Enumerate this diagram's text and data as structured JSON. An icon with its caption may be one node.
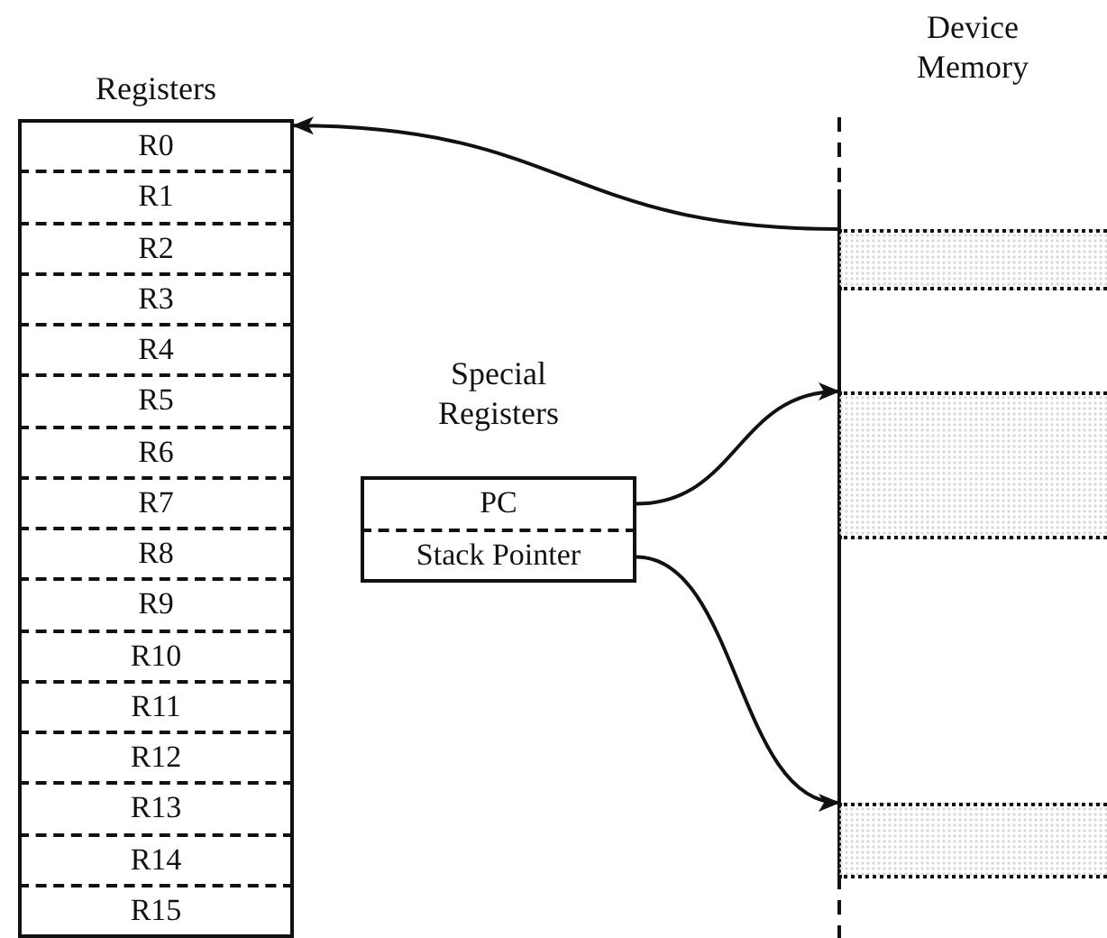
{
  "diagram": {
    "nodes": [
      {
        "text": [
          "Registers"
        ]
      },
      {
        "text": [
          "R0"
        ],
        "in": 0
      },
      {
        "text": [
          "R1"
        ],
        "in": 0
      },
      {
        "text": [
          "R2"
        ],
        "in": 0
      },
      {
        "text": [
          "R3"
        ],
        "in": 0
      },
      {
        "text": [
          "R4"
        ],
        "in": 0
      },
      {
        "text": [
          "R5"
        ],
        "in": 0
      },
      {
        "text": [
          "R6"
        ],
        "in": 0
      },
      {
        "text": [
          "R7"
        ],
        "in": 0
      },
      {
        "text": [
          "R8"
        ],
        "in": 0
      },
      {
        "text": [
          "R9"
        ],
        "in": 0
      },
      {
        "text": [
          "R10"
        ],
        "in": 0
      },
      {
        "text": [
          "R11"
        ],
        "in": 0
      },
      {
        "text": [
          "R12"
        ],
        "in": 0
      },
      {
        "text": [
          "R13"
        ],
        "in": 0
      },
      {
        "text": [
          "R14"
        ],
        "in": 0
      },
      {
        "text": [
          "R15"
        ],
        "in": 0
      },
      {
        "text": [
          "Special Registers"
        ]
      },
      {
        "text": [
          "PC"
        ],
        "in": 17
      },
      {
        "text": [
          "Stack Pointer"
        ],
        "in": 17
      },
      {
        "text": [
          "Device Memory"
        ]
      },
      {
        "text": [],
        "shape": "box",
        "in": 20
      },
      {
        "text": [],
        "shape": "box",
        "in": 20
      },
      {
        "text": [],
        "shape": "box",
        "in": 20
      }
    ],
    "edges": [
      {
        "from": 21,
        "to": 1,
        "arrow": "to"
      },
      {
        "from": 18,
        "to": 22,
        "arrow": "to"
      },
      {
        "from": 19,
        "to": 23,
        "arrow": "to"
      }
    ]
  }
}
